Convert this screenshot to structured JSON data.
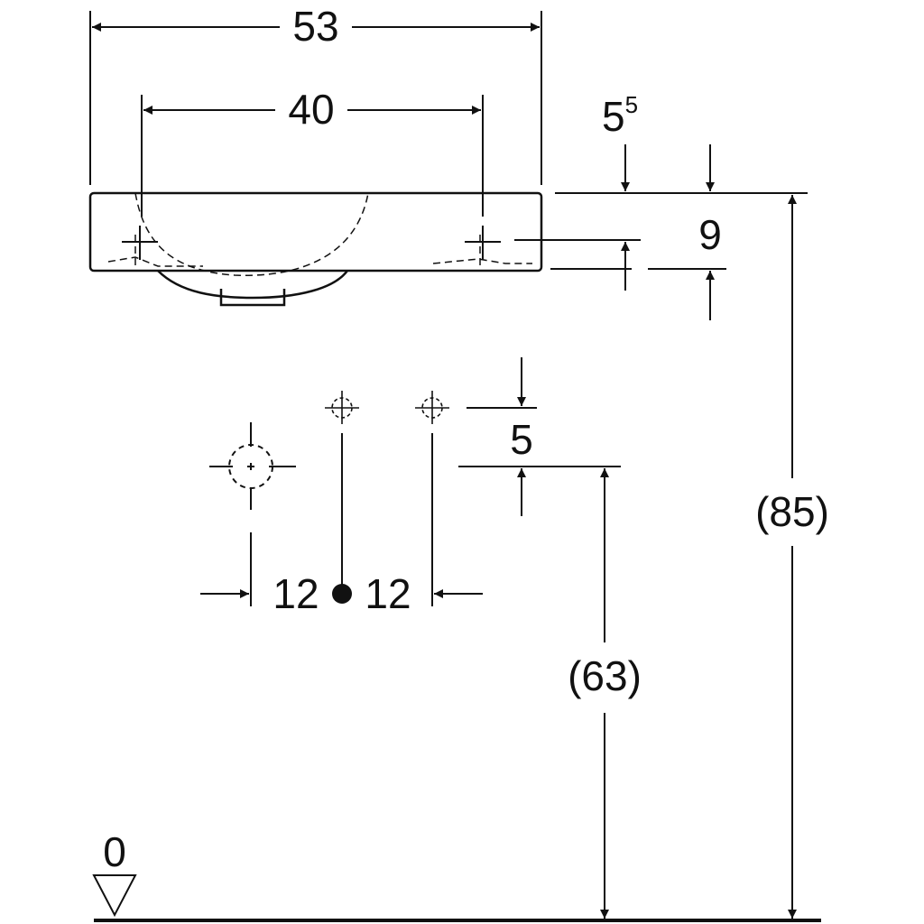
{
  "dimensions": {
    "total_width": "53",
    "mount_spacing": "40",
    "side_offset": "5",
    "side_offset_sup": "5",
    "basin_height": "9",
    "pipe_offset": "5",
    "pipe_left": "12",
    "pipe_right": "12",
    "pipe_height": "(63)",
    "total_height": "(85)",
    "floor_level": "0"
  },
  "colors": {
    "line": "#111111",
    "background": "#ffffff"
  }
}
